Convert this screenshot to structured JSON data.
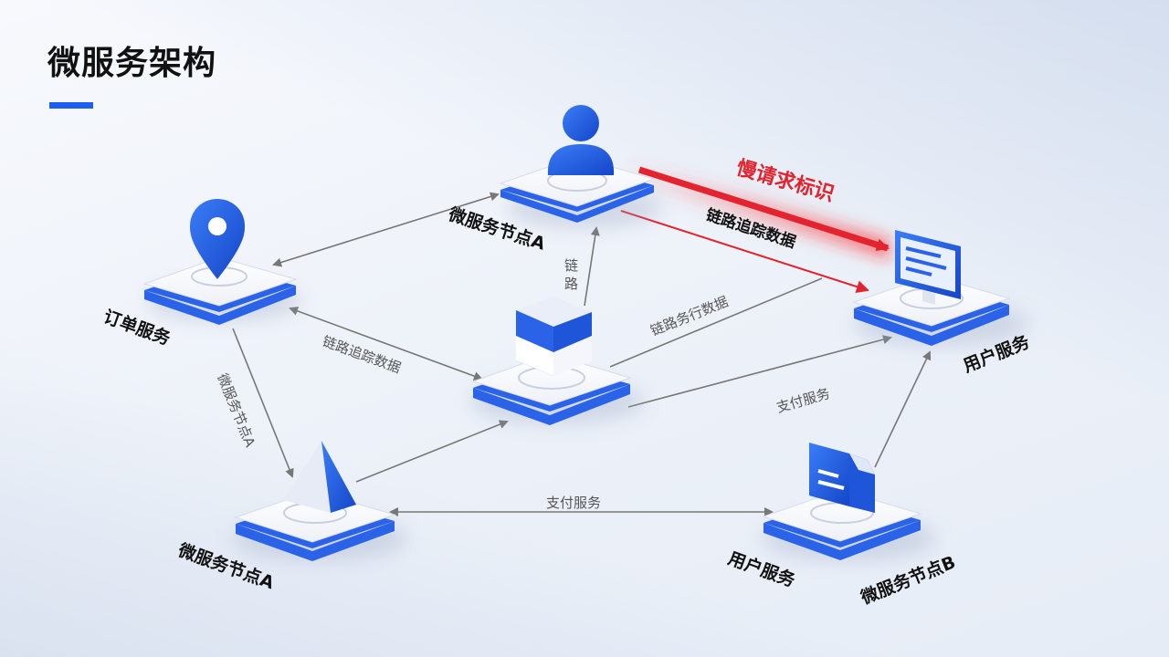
{
  "page": {
    "title": "微服务架构"
  },
  "nodes": {
    "top": {
      "label": "微服务节点A",
      "icon": "user-icon"
    },
    "left": {
      "label": "订单服务",
      "icon": "location-pin-icon"
    },
    "center": {
      "label": "",
      "icon": "cube-icon"
    },
    "right": {
      "label": "用户服务",
      "icon": "monitor-icon"
    },
    "bottom_left": {
      "label": "微服务节点A",
      "icon": "cone-icon"
    },
    "bottom_right": {
      "label": "微服务节点B",
      "icon": "document-icon",
      "extra_label": "用户服务"
    }
  },
  "edges": {
    "center_to_top": "链\n路",
    "left_to_center": "链路追踪数据",
    "center_to_right_upper": "链路务行数据",
    "center_to_right_lower": "支付服务",
    "left_to_bottom_left": "微服务节点A",
    "bottom_left_to_bottom_right": "支付服务",
    "highlight_title": "慢请求标识",
    "highlight_sub": "链路追踪数据"
  },
  "colors": {
    "accent": "#1a5ff0",
    "highlight": "#e3232d",
    "arrow": "#777777"
  }
}
